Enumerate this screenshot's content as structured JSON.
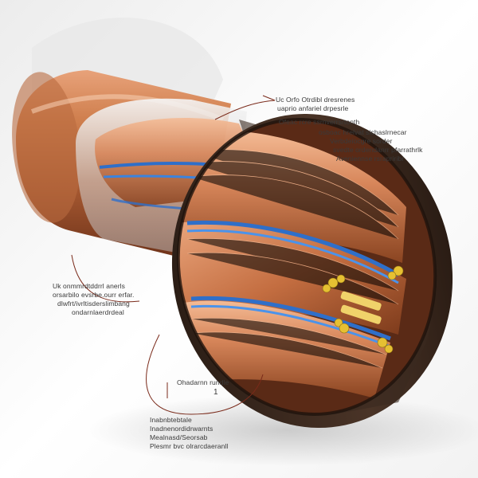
{
  "image": {
    "subject": "cable-cross-section",
    "colors": {
      "background": "#ffffff",
      "copper": "#c8764a",
      "copper_dark": "#7a3a1c",
      "copper_light": "#f0b58e",
      "insulation_blue": "#2f6fc9",
      "jacket": "#3b2a20",
      "strand_gold": "#e6c032",
      "leader_line": "#7a2a1a"
    }
  },
  "annotations": {
    "top_right": {
      "lines": [
        "Uc Orfo Otrdibl dresrenes",
        "uaprio anfariel drpesrle",
        "Ofeac rcre ssrnverrsrtonth",
        "osboac hrelvat sichaslrnecar",
        "Verbdeiocgre sorder",
        "svedte ordendanrr pfarrathrlk",
        "Aveniennse rsrapriribr"
      ]
    },
    "left_middle": {
      "lines": [
        "Uk onmmrdtddrrl anerls",
        "orsarbilo evsrbe.ourr erfar.",
        "dlwfrt/ivrltisderslimbang",
        "ondarnlaerdrdeal"
      ]
    },
    "bottom_middle": {
      "lines": [
        "Ohadarnn rundle"
      ],
      "marker": "1"
    },
    "bottom_left": {
      "lines": [
        "Inabnbtebtale",
        "Inadnenordidrwarnts",
        "Mealnasd/Seorsab",
        "Plesmr bvc olrarcdaeranll"
      ]
    }
  }
}
